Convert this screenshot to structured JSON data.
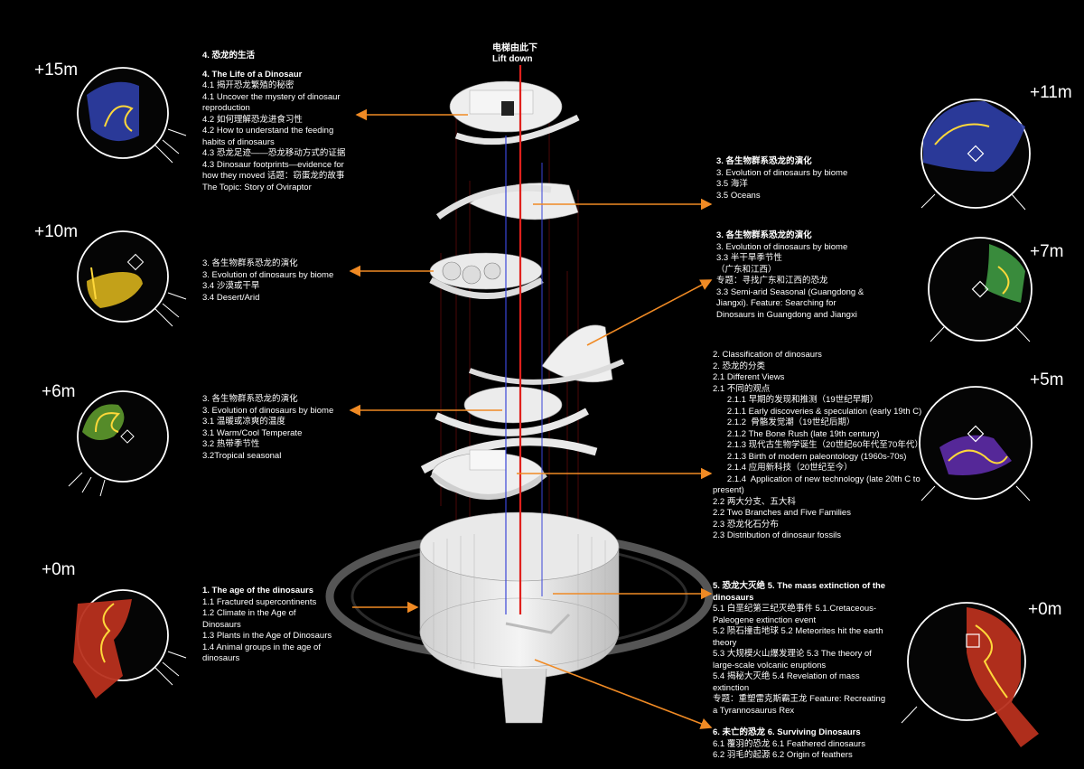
{
  "lift": {
    "line1": "电梯由此下",
    "line2": "Lift down"
  },
  "levels": {
    "left_15": "+15m",
    "left_10": "+10m",
    "left_6": "+6m",
    "left_0": "+0m",
    "right_11": "+11m",
    "right_7": "+7m",
    "right_5": "+5m",
    "right_0": "+0m"
  },
  "blocks": {
    "life": [
      "4. 恐龙的生活",
      "",
      "4.   The Life of a Dinosaur",
      "4.1 揭开恐龙繁殖的秘密",
      "4.1 Uncover the mystery of dinosaur reproduction",
      "4.2 如何理解恐龙进食习性",
      "4.2 How to understand the feeding habits of dinosaurs",
      "4.3 恐龙足迹——恐龙移动方式的证据",
      " 4.3 Dinosaur footprints—evidence for how they moved 话题：窃蛋龙的故事",
      " The Topic: Story of Oviraptor"
    ],
    "desert": [
      "3. 各生物群系恐龙的演化",
      "3.  Evolution of dinosaurs by biome",
      "3.4 沙漠或干旱",
      "3.4 Desert/Arid"
    ],
    "temperate": [
      "3. 各生物群系恐龙的演化",
      "3.  Evolution of dinosaurs by biome",
      "3.1 温暖或凉爽的温度",
      "3.1 Warm/Cool Temperate",
      "3.2 热带季节性",
      "3.2Tropical seasonal"
    ],
    "age": [
      "1.   The age of the dinosaurs",
      "1.1 Fractured supercontinents",
      "1.2 Climate in the Age of Dinosaurs",
      "1.3 Plants in the Age of Dinosaurs",
      "1.4 Animal groups in the age of dinosaurs"
    ],
    "oceans": [
      "3. 各生物群系恐龙的演化",
      "3.   Evolution of dinosaurs by biome",
      "3.5 海洋",
      "3.5 Oceans"
    ],
    "semiarid": [
      "3. 各生物群系恐龙的演化",
      "3.   Evolution of dinosaurs by biome",
      "3.3 半干旱季节性",
      "（广东和江西）",
      "专题：寻找广东和江西的恐龙",
      "3.3 Semi-arid Seasonal (Guangdong & Jiangxi). Feature: Searching for Dinosaurs in Guangdong and Jiangxi"
    ],
    "classification": [
      "2.   Classification of dinosaurs",
      "2. 恐龙的分类",
      "2.1 Different Views",
      "2.1 不同的观点",
      "      2.1.1 早期的发现和推测（19世纪早期）",
      "      2.1.1 Early discoveries & speculation (early 19th C)",
      "      2.1.2  骨骼发觉潮（19世纪后期）",
      "      2.1.2 The Bone Rush (late 19th century)",
      "      2.1.3 现代古生物学诞生（20世纪60年代至70年代）",
      "      2.1.3 Birth of modern paleontology (1960s-70s)",
      "      2.1.4 应用新科技（20世纪至今）",
      "      2.1.4  Application of new technology (late 20th C to present)",
      "2.2 两大分支、五大科",
      "2.2 Two Branches and Five Families",
      "2.3 恐龙化石分布",
      "2.3  Distribution of dinosaur fossils"
    ],
    "extinction": [
      "5. 恐龙大灭绝 5. The mass extinction of the dinosaurs",
      "5.1 白垩纪第三纪灭绝事件 5.1.Cretaceous-Paleogene extinction event",
      "5.2 陨石撞击地球 5.2 Meteorites hit the earth theory",
      "5.3 大规模火山爆发理论 5.3 The theory of large-scale volcanic eruptions",
      "5.4 揭秘大灭绝 5.4 Revelation of mass extinction",
      " 专题：重塑雷克斯霸王龙 Feature: Recreating a Tyrannosaurus Rex"
    ],
    "surviving": [
      "6.  未亡的恐龙 6.   Surviving Dinosaurs",
      "6.1 覆羽的恐龙 6.1  Feathered dinosaurs",
      "6.2 羽毛的起源 6.2 Origin of feathers"
    ]
  },
  "colors": {
    "background": "#000000",
    "arrow": "#f08a24",
    "lift_line": "#e0201c",
    "axis_line": "#3a45d8",
    "zone_blue": "#2f3fa8",
    "zone_yellow": "#d8b21c",
    "zone_green": "#5e9a2e",
    "zone_red": "#b8301e",
    "zone_purple": "#5a2aa0",
    "zone_green_light": "#3f9a42"
  },
  "icons": [
    "circle-plan-icon",
    "arrow-icon"
  ]
}
